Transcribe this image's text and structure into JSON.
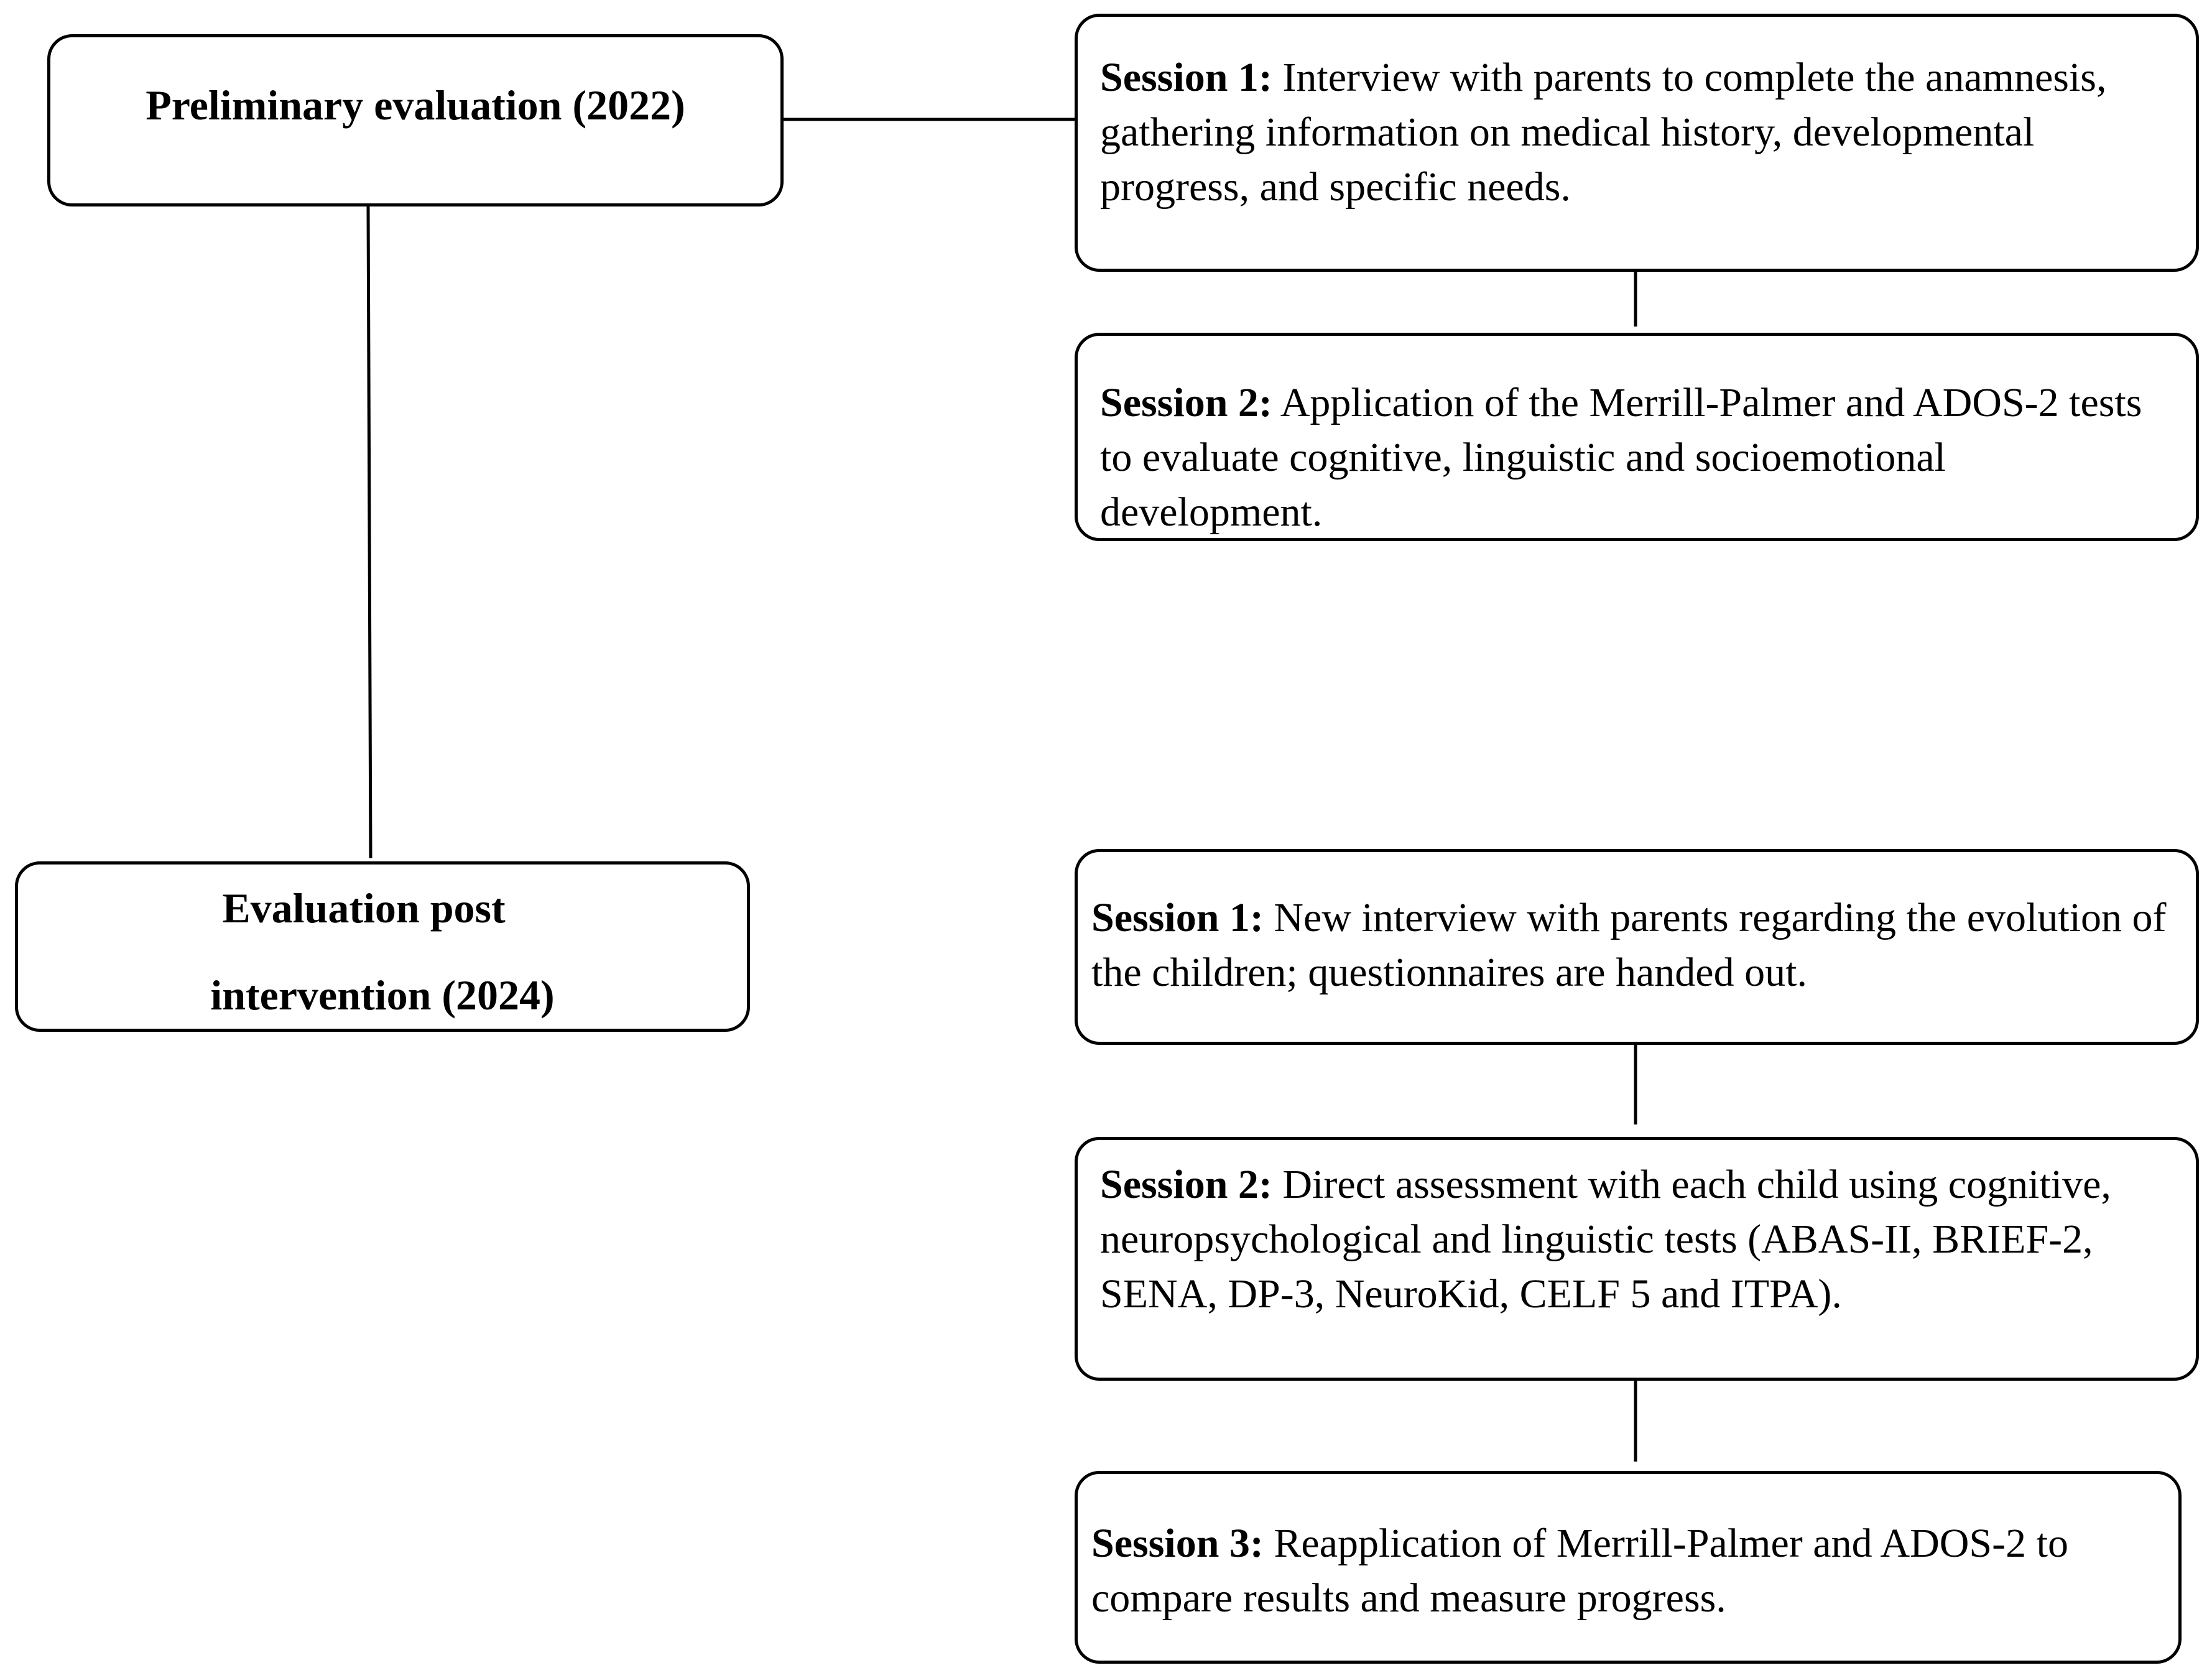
{
  "phases": {
    "preliminary": {
      "title": "Preliminary evaluation (2022)",
      "sessions": [
        {
          "label": "Session 1:",
          "text": " Interview with parents to complete the anamnesis, gathering information on medical history, developmental progress, and specific needs."
        },
        {
          "label": "Session 2:",
          "text": " Application of the Merrill-Palmer and ADOS-2 tests to evaluate cognitive, linguistic and socioemotional development."
        }
      ]
    },
    "post": {
      "title_line1": "Evaluation post",
      "title_line2": "intervention (2024)",
      "sessions": [
        {
          "label": "Session 1:",
          "text": " New interview with parents regarding the evolution of the children; questionnaires are handed out."
        },
        {
          "label": "Session 2:",
          "text": " Direct assessment with each child using cognitive, neuropsychological and linguistic tests (ABAS-II, BRIEF-2, SENA, DP-3, NeuroKid, CELF 5 and ITPA)."
        },
        {
          "label": "Session 3:",
          "text": " Reapplication of Merrill-Palmer and ADOS-2 to compare results and measure progress."
        }
      ]
    }
  }
}
